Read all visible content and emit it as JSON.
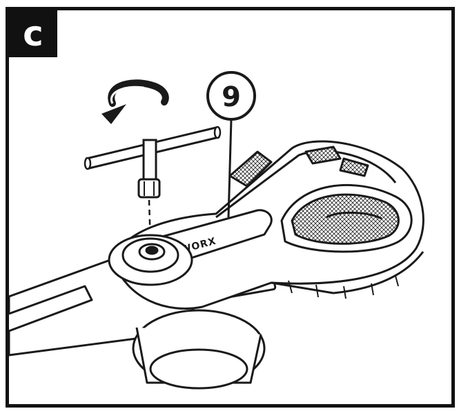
{
  "step": {
    "label": "c"
  },
  "callout": {
    "number": "9"
  },
  "product": {
    "brand_text": "WORX"
  },
  "icons": {
    "rotation": "clockwise-rotation-arrow-icon",
    "tool": "t-handle-hex-wrench-icon"
  },
  "colors": {
    "frame": "#111111",
    "badge_bg": "#111111",
    "badge_text": "#ffffff",
    "line_art": "#1a1a1a",
    "fill": "#ffffff"
  }
}
